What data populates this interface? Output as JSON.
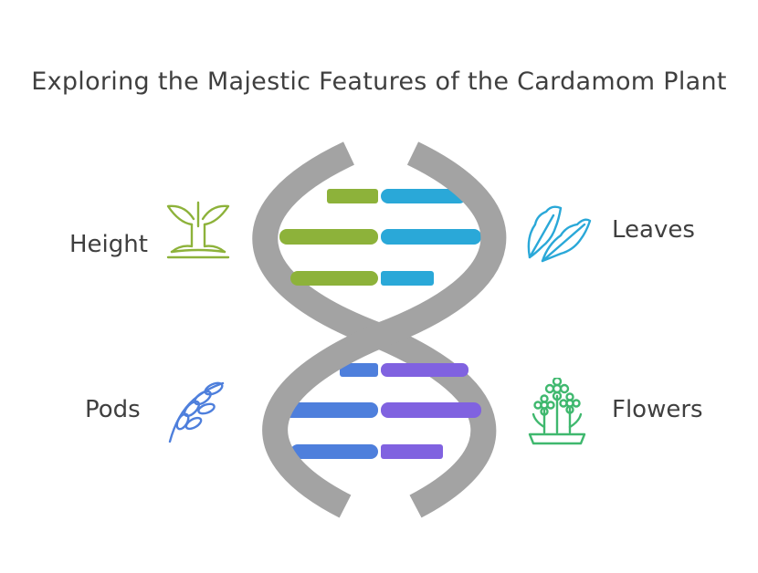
{
  "title": "Exploring the Majestic Features of the Cardamom Plant",
  "features": {
    "height": {
      "label": "Height",
      "icon": "sprout-icon",
      "color": "#8db23a"
    },
    "leaves": {
      "label": "Leaves",
      "icon": "leaves-icon",
      "color": "#2aa8d8"
    },
    "pods": {
      "label": "Pods",
      "icon": "pods-icon",
      "color": "#4e7fdc"
    },
    "flowers": {
      "label": "Flowers",
      "icon": "flowers-icon",
      "color": "#3fb86e"
    }
  },
  "colors": {
    "strand": "#a3a3a3",
    "green": "#8db23a",
    "blue_light": "#2aa8d8",
    "blue": "#4e7fdc",
    "purple": "#8062e0",
    "text": "#3f3f3f"
  }
}
